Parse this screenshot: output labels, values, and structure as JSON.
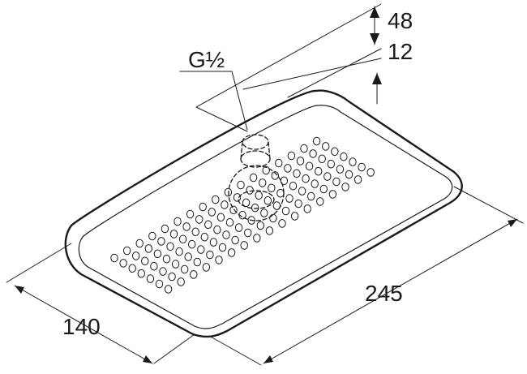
{
  "diagram": {
    "thread_label": "G½",
    "dimensions": {
      "height_total": "48",
      "height_body": "12",
      "width": "140",
      "length": "245"
    },
    "colors": {
      "line": "#1a1a1a",
      "background": "#ffffff"
    }
  }
}
